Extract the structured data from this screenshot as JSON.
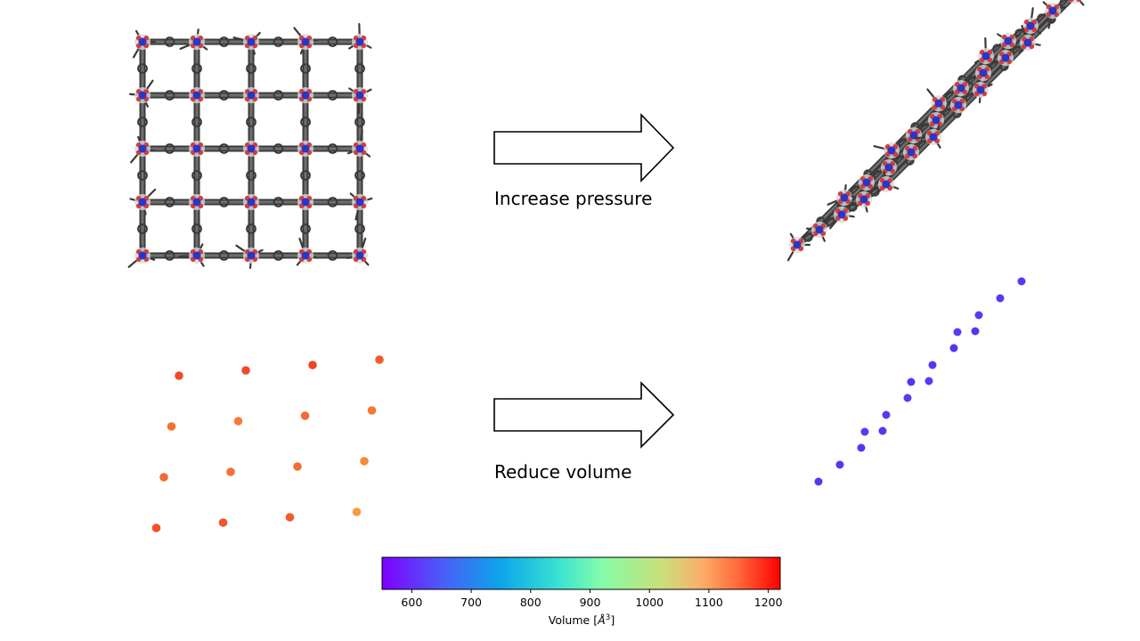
{
  "labels": {
    "pressure": "Increase pressure",
    "volume": "Reduce volume"
  },
  "colors": {
    "bond_dark": "#3a3a3a",
    "bond_light": "#6e6e6e",
    "metal": "#2b35c8",
    "oxygen": "#d23c3c",
    "hydrogen": "#d8d8d8",
    "arrow_stroke": "#000000"
  },
  "structures": {
    "left_lattice": {
      "rows": 5,
      "cols": 5,
      "state": "open"
    },
    "right_lattice": {
      "rows": 5,
      "cols": 5,
      "state": "collapsed"
    }
  },
  "points": {
    "left_volume_color": "#f15a2e",
    "right_volume_color": "#5b34f2",
    "left": [
      {
        "color": "#f04a2a"
      },
      {
        "color": "#ef4a2a"
      },
      {
        "color": "#ee4526"
      },
      {
        "color": "#f15a2e"
      },
      {
        "color": "#f5702f"
      },
      {
        "color": "#f57a35"
      },
      {
        "color": "#f46b2f"
      },
      {
        "color": "#f57833"
      },
      {
        "color": "#f46a33"
      },
      {
        "color": "#f47038"
      },
      {
        "color": "#f36c35"
      },
      {
        "color": "#f68b3a"
      },
      {
        "color": "#f0522a"
      },
      {
        "color": "#f0552b"
      },
      {
        "color": "#f15a2e"
      },
      {
        "color": "#f79a45"
      }
    ],
    "right": [
      {
        "color": "#5b34f2"
      },
      {
        "color": "#5c36f2"
      },
      {
        "color": "#5a32f2"
      },
      {
        "color": "#5d38f2"
      },
      {
        "color": "#5b34f2"
      },
      {
        "color": "#5c36f2"
      },
      {
        "color": "#5a33f2"
      },
      {
        "color": "#5d38f2"
      },
      {
        "color": "#5b34f2"
      },
      {
        "color": "#5c36f2"
      },
      {
        "color": "#5a33f2"
      },
      {
        "color": "#5c36f2"
      },
      {
        "color": "#5b34f2"
      },
      {
        "color": "#5d37f2"
      },
      {
        "color": "#5a32f2"
      },
      {
        "color": "#5c35f2"
      }
    ]
  },
  "colorbar": {
    "title_text": "Volume [",
    "title_angstrom": "Å",
    "title_power": "3",
    "title_end": "]",
    "min": 550,
    "max": 1220,
    "ticks": [
      600,
      700,
      800,
      900,
      1000,
      1100,
      1200
    ],
    "tick_labels": [
      "600",
      "700",
      "800",
      "900",
      "1000",
      "1100",
      "1200"
    ],
    "colormap": "rainbow"
  }
}
